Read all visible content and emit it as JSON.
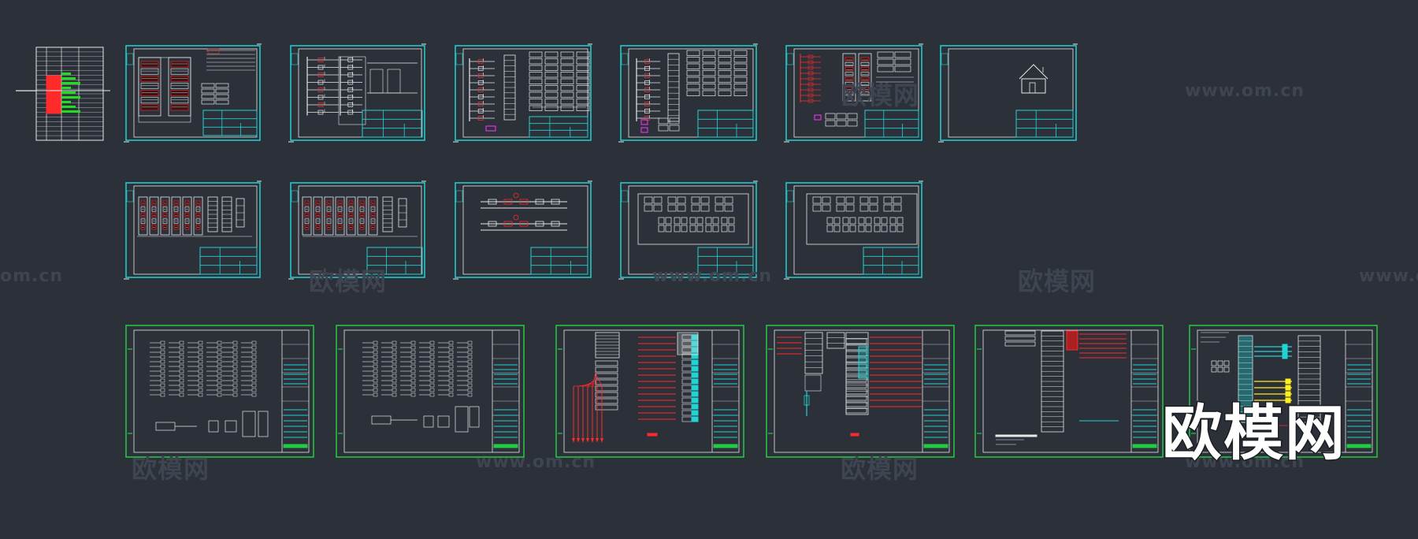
{
  "watermarks": {
    "site": "www.om.cn",
    "site_short": "om.cn",
    "brand": "欧模网"
  },
  "colors": {
    "background": "#2b3039",
    "frame_cyan": "#22d3d3",
    "frame_green": "#22cc44",
    "line_white": "#e8e8e8",
    "red": "#ff2a2a",
    "green": "#22dd22",
    "magenta": "#ff33ff",
    "yellow": "#ffee22",
    "watermark": "#3e4550"
  },
  "sheets": [
    {
      "id": "cover-list"
    },
    {
      "id": "cabinet-layout"
    },
    {
      "id": "single-line-1"
    },
    {
      "id": "single-line-2"
    },
    {
      "id": "single-line-3"
    },
    {
      "id": "single-line-4"
    },
    {
      "id": "site-plan"
    },
    {
      "id": "terminal-1"
    },
    {
      "id": "terminal-2"
    },
    {
      "id": "control-circuit"
    },
    {
      "id": "wiring-1"
    },
    {
      "id": "wiring-2"
    },
    {
      "id": "a3-terminal-1"
    },
    {
      "id": "a3-terminal-2"
    },
    {
      "id": "a3-system-1"
    },
    {
      "id": "a3-system-2"
    },
    {
      "id": "a3-system-3"
    },
    {
      "id": "a3-system-4"
    }
  ]
}
